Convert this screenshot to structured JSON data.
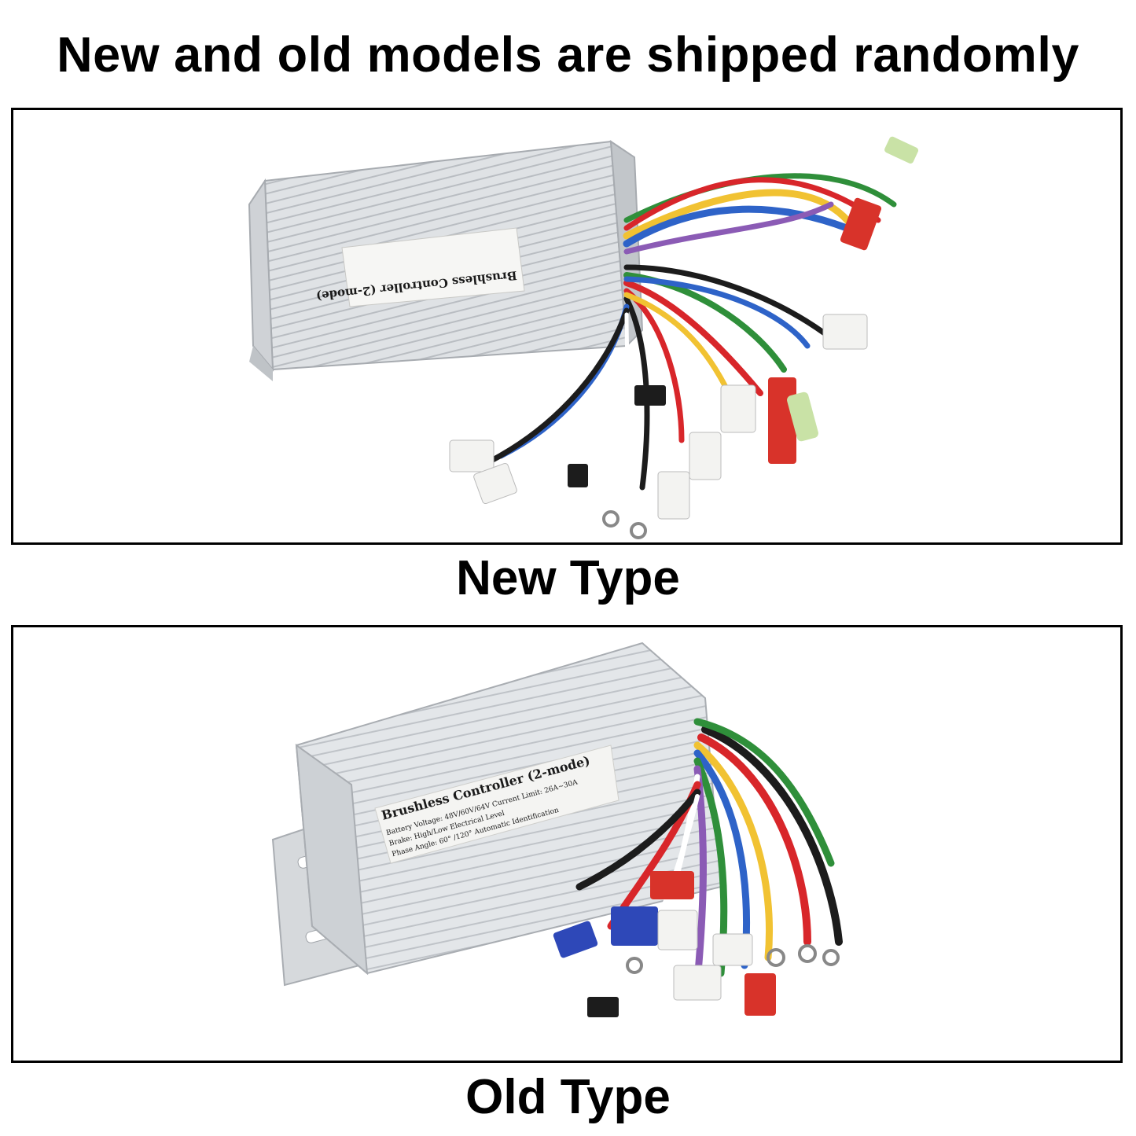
{
  "headline": "New and old models are shipped randomly",
  "new_type": {
    "caption": "New Type",
    "label_title": "Brushless Controller (2-mode)"
  },
  "old_type": {
    "caption": "Old Type",
    "label_title": "Brushless Controller (2-mode)",
    "label_lines": [
      "Battery Voltage: 48V/60V/64V   Current Limit: 26A~30A",
      "Brake: High/Low Electrical Level",
      "Phase Angle: 60° /120° Automatic Identification"
    ]
  },
  "colors": {
    "housing": "#d9dcdf",
    "wire_red": "#d8262a",
    "wire_yellow": "#f1c232",
    "wire_blue": "#2e63c8",
    "wire_green": "#2f8f3a",
    "wire_black": "#1c1c1c",
    "connector_red": "#d8332a",
    "connector_blue": "#2e48b8"
  }
}
